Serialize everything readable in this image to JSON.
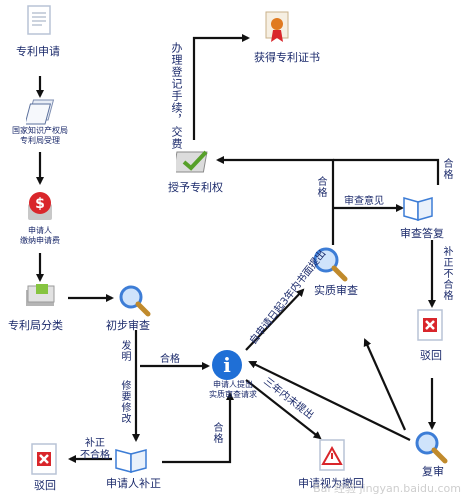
{
  "nodes": {
    "patent_application": "专利申请",
    "sipo_acceptance": "国家知识产权局\n专利局受理",
    "applicant_pays_fee": "申请人\n缴纳申请费",
    "patent_office_classification": "专利局分类",
    "preliminary_examination": "初步审查",
    "applicant_request_substantive": "申请人提出\n实质审查请求",
    "substantive_examination": "实质审查",
    "grant_patent": "授予专利权",
    "obtain_certificate": "获得专利证书",
    "examination_response": "审查答复",
    "rejection_right": "驳回",
    "reexamination": "复审",
    "applicant_correction": "申请人补正",
    "rejection_left": "驳回",
    "deemed_withdrawn": "申请视为撤回"
  },
  "edge_labels": {
    "registration_fee": "办理登记手续，交费",
    "qualified_top": "合格",
    "examination_opinion": "审查意见",
    "qualified_right": "合格",
    "correction_unqualified_right": "补正不合格",
    "invention": "发明",
    "qualified_mid": "合格",
    "needs_revision": "修要修改",
    "within_three_years": "自申请日起3年内书面提出",
    "after_three_years": "三年内未提出",
    "correction_unqualified_left": "补正\n不合格",
    "qualified_bottom": "合格"
  },
  "watermark": "Bai 经验 jingyan.baidu.com",
  "colors": {
    "arrow": "#111111",
    "label": "#1b2a6b",
    "reject_red": "#d9262b",
    "doc_border": "#b8c3d6",
    "magnifier_blue": "#3d7dd6",
    "info_blue": "#1f6fd6",
    "cert_orange": "#e07a20",
    "check_green": "#57a02a"
  }
}
